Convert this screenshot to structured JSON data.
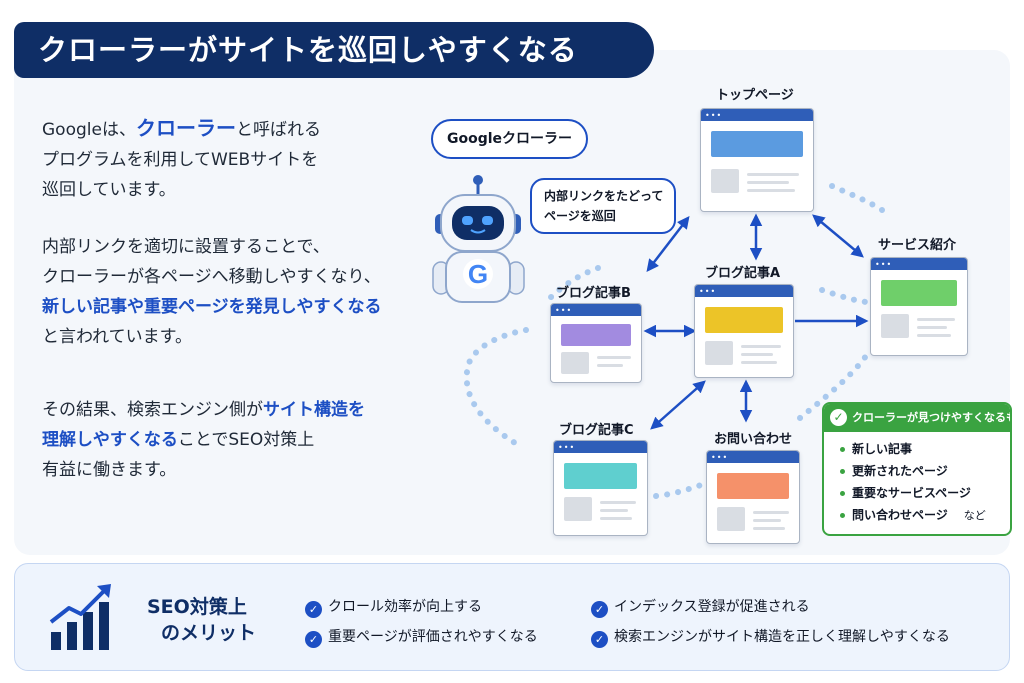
{
  "title": "クローラーがサイトを巡回しやすくなる",
  "intro": {
    "p1": {
      "a": "Googleは、",
      "b": "クローラー",
      "c": "と呼ばれる",
      "d": "プログラムを利用してWEBサイトを",
      "e": "巡回しています。"
    },
    "p2": {
      "a": "内部リンクを適切に設置することで、",
      "b": "クローラーが各ページへ移動しやすくなり、",
      "c": "新しい記事や重要ページを発見しやすくなる",
      "d": "と言われています。"
    },
    "p3": {
      "a": "その結果、検索エンジン側が",
      "b": "サイト構造を",
      "c": "理解しやすくなる",
      "d": "ことでSEO対策上",
      "e": "有益に働きます。"
    }
  },
  "robot": {
    "name_bubble": "Googleクローラー",
    "speech_line1": "内部リンクをたどって",
    "speech_line2": "ページを巡回",
    "logo_letter": "G"
  },
  "pages": {
    "top": "トップページ",
    "service": "サービス紹介",
    "blog_a": "ブログ記事A",
    "blog_b": "ブログ記事B",
    "blog_c": "ブログ記事C",
    "contact": "お問い合わせ"
  },
  "checklist": {
    "heading": "クローラーが見つけやすくなるもの",
    "items": [
      "新しい記事",
      "更新されたページ",
      "重要なサービスページ",
      "問い合わせページ"
    ],
    "suffix": "など"
  },
  "merit": {
    "title_line1": "SEO対策上",
    "title_line2": "のメリット",
    "items": [
      "クロール効率が向上する",
      "重要ページが評価されやすくなる",
      "インデックス登録が促進される",
      "検索エンジンがサイト構造を正しく理解しやすくなる"
    ]
  },
  "colors": {
    "navy": "#0f2e66",
    "accent_blue": "#1d4fc4",
    "green": "#3aa341",
    "top_banner": "#5b9be0",
    "service_banner": "#6fcf6a",
    "blog_a_banner": "#ecc428",
    "blog_b_banner": "#a28be0",
    "blog_c_banner": "#5fcfcf",
    "contact_banner": "#f5916a"
  }
}
